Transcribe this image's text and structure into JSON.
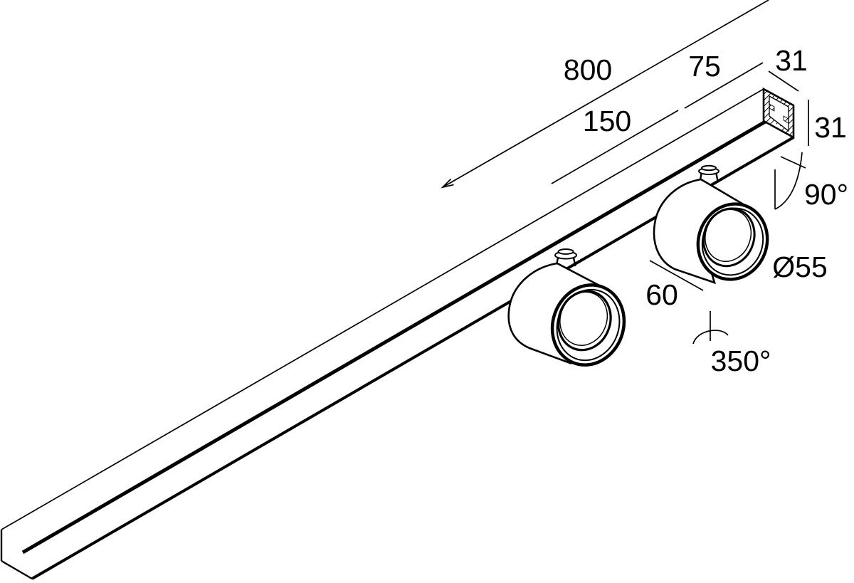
{
  "drawing": {
    "title": "track-profile-with-two-spots-dimension-drawing",
    "background_color": "#ffffff",
    "line_color": "#000000",
    "dimensions": {
      "total_length": "800",
      "segment_150": "150",
      "segment_75": "75",
      "profile_width": "31",
      "profile_height": "31",
      "tilt_angle": "90°",
      "spot_diameter": "Ø55",
      "spot_length": "60",
      "rotation_angle": "350°"
    }
  }
}
